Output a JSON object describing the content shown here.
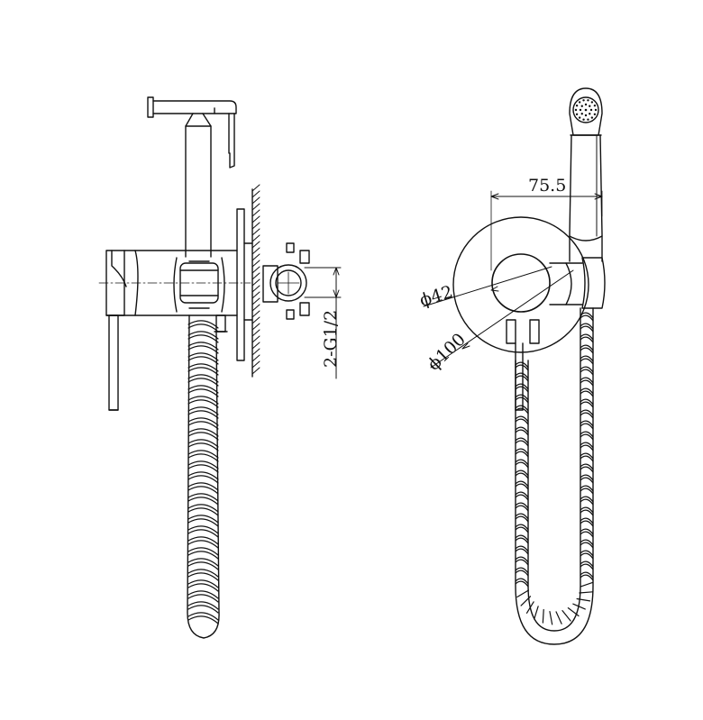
{
  "dimensions": {
    "width_label": "75.5",
    "inner_diameter_label": "ϕ42",
    "outer_diameter_label": "ϕ100",
    "thread_label": "2-G1/2"
  },
  "colors": {
    "line": "#111111",
    "background": "#ffffff"
  }
}
